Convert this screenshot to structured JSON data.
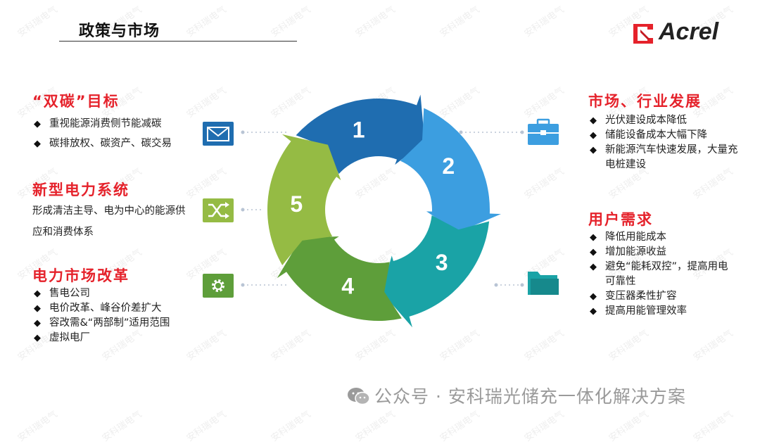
{
  "title": "政策与市场",
  "logo": {
    "text": "Acrel"
  },
  "left": {
    "section1": {
      "heading": "“双碳”目标",
      "items": [
        "重视能源消费侧节能减碳",
        "碳排放权、碳资产、碳交易"
      ]
    },
    "section2": {
      "heading": "新型电力系统",
      "text": "形成清洁主导、电为中心的能源供应和消费体系"
    },
    "section3": {
      "heading": "电力市场改革",
      "items": [
        "售电公司",
        "电价改革、峰谷价差扩大",
        "容改需&“两部制”适用范围",
        "虚拟电厂"
      ]
    }
  },
  "right": {
    "section1": {
      "heading": "市场、行业发展",
      "items": [
        "光伏建设成本降低",
        "储能设备成本大幅下降",
        "新能源汽车快速发展，大量充电桩建设"
      ]
    },
    "section2": {
      "heading": "用户需求",
      "items": [
        "降低用能成本",
        "增加能源收益",
        "避免“能耗双控”，提高用电可靠性",
        "变压器柔性扩容",
        "提高用能管理效率"
      ]
    }
  },
  "cycle": {
    "segments": [
      {
        "label": "1",
        "color": "#1f6db0"
      },
      {
        "label": "2",
        "color": "#3c9ee0"
      },
      {
        "label": "3",
        "color": "#1aa3a6"
      },
      {
        "label": "4",
        "color": "#5e9e3a"
      },
      {
        "label": "5",
        "color": "#95bb44"
      }
    ]
  },
  "icons": [
    {
      "name": "mail-icon",
      "color": "#1f6db0"
    },
    {
      "name": "shuffle-icon",
      "color": "#95bb44"
    },
    {
      "name": "gear-icon",
      "color": "#5e9e3a"
    },
    {
      "name": "briefcase-icon",
      "color": "#3c9ee0"
    },
    {
      "name": "folder-icon",
      "color": "#1aa3a6"
    }
  ],
  "watermark": "安科瑞电气",
  "footer": "公众号 · 安科瑞光储充一体化解决方案"
}
